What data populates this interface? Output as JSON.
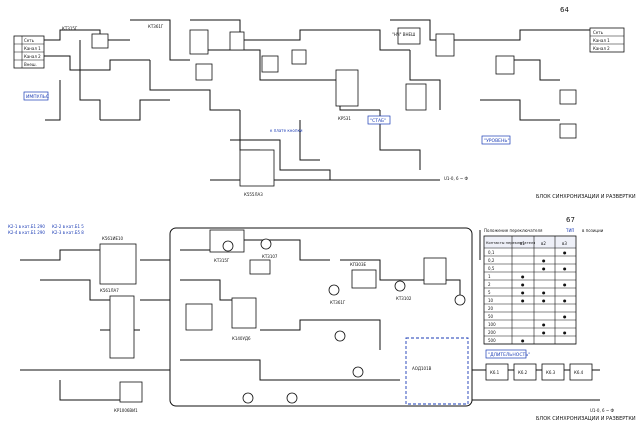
{
  "page_numbers": {
    "top": "64",
    "bottom": "67"
  },
  "captions": {
    "top": "БЛОК СИНХРОНИЗАЦИИ И РАЗВЕРТКИ",
    "bottom": "БЛОК СИНХРОНИЗАЦИИ И РАЗВЕРТКИ"
  },
  "top_left_legend": [
    "Сеть",
    "Канал 1",
    "Канал 2",
    "Внеш."
  ],
  "top_right_legend": [
    "Сеть",
    "Канал 1",
    "Канал 2"
  ],
  "top_labels": {
    "pulse_label": "ИМПУЛЬС",
    "ic_a": "КТ315Г",
    "ic_b": "КТ361Г",
    "hf_label": "\"НЧ\" ВНЕШ",
    "ic_c": "КР531",
    "ic_d": "К555ЛА3",
    "level_label": "\"УРОВЕНЬ\"",
    "stab_label": "\"СТАБ\"",
    "out_label": "U1-0, 6 ~ Ф",
    "note_blue": "к плате кнопки"
  },
  "bottom_labels": {
    "note1": "К2-1 в кат.Б1 290",
    "note2": "К2-4 в кат.Б1 290",
    "note3": "К2-2 в кат.Б1 5",
    "note4": "К2-3 в кат.Б5 8",
    "chip_a": "К561ИЕ10",
    "chip_b": "К561ЛА7",
    "chip_c": "КР1006ВИ1",
    "trans_a": "КТ315Г",
    "trans_b": "КТ3107",
    "trans_c": "КТ361Г",
    "trans_d": "КТ3102",
    "chip_d": "К140УД6",
    "box_label": "АОД101В",
    "sweep_label": "\"ДЛИТЕЛЬНОСТЬ\"",
    "k_label": "КП303Е",
    "out_label": "U1-0, 6 ~ Ф"
  },
  "table": {
    "header_left": "Положение переключателя",
    "header_mid": "ТИП",
    "header_right": "в позиции",
    "col_head": "Контакты переключателя",
    "col_a": "в1",
    "col_b": "в2",
    "col_c": "в3",
    "rows": [
      {
        "pos": "0,1",
        "a": "",
        "b": "",
        "c": "●"
      },
      {
        "pos": "0,2",
        "a": "",
        "b": "●",
        "c": ""
      },
      {
        "pos": "0,5",
        "a": "",
        "b": "●",
        "c": "●"
      },
      {
        "pos": "1",
        "a": "●",
        "b": "",
        "c": ""
      },
      {
        "pos": "2",
        "a": "●",
        "b": "",
        "c": "●"
      },
      {
        "pos": "5",
        "a": "●",
        "b": "●",
        "c": ""
      },
      {
        "pos": "10",
        "a": "●",
        "b": "●",
        "c": "●"
      },
      {
        "pos": "20",
        "a": "",
        "b": "",
        "c": ""
      },
      {
        "pos": "50",
        "a": "",
        "b": "",
        "c": "●"
      },
      {
        "pos": "100",
        "a": "",
        "b": "●",
        "c": ""
      },
      {
        "pos": "200",
        "a": "",
        "b": "●",
        "c": "●"
      },
      {
        "pos": "500",
        "a": "●",
        "b": "",
        "c": ""
      }
    ]
  },
  "relays": [
    "К6.1",
    "К6.2",
    "К6.3",
    "К6.4"
  ]
}
